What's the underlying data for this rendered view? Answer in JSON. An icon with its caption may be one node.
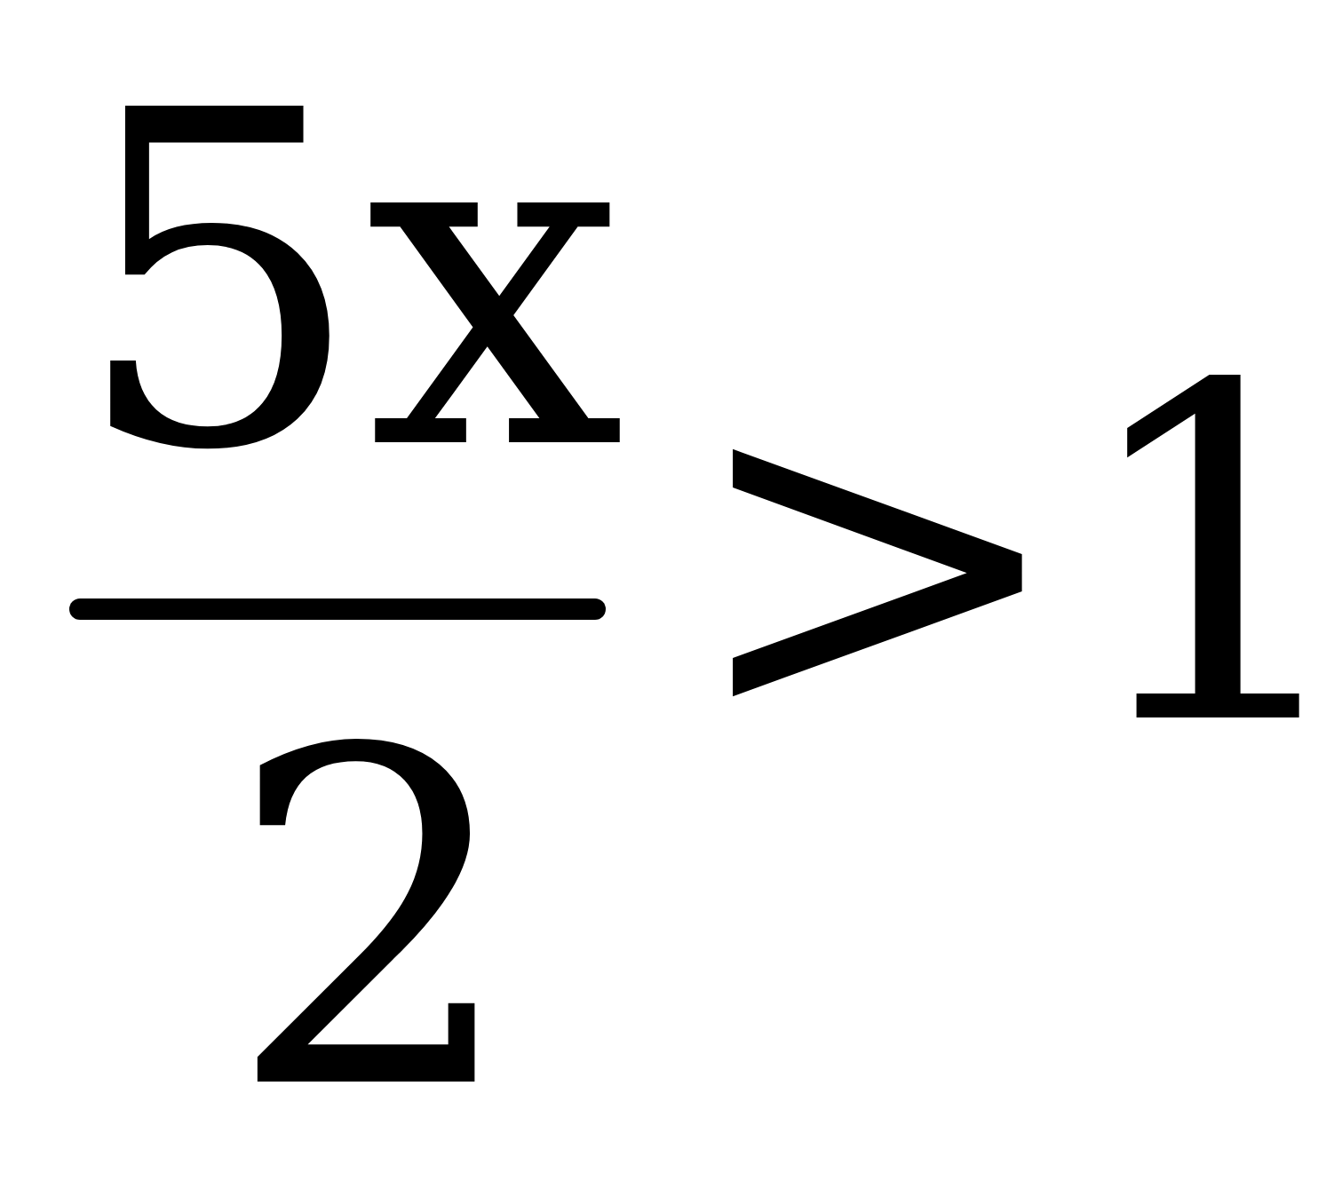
{
  "diagram": {
    "labels": [
      "5x",
      "2",
      ">1"
    ]
  }
}
